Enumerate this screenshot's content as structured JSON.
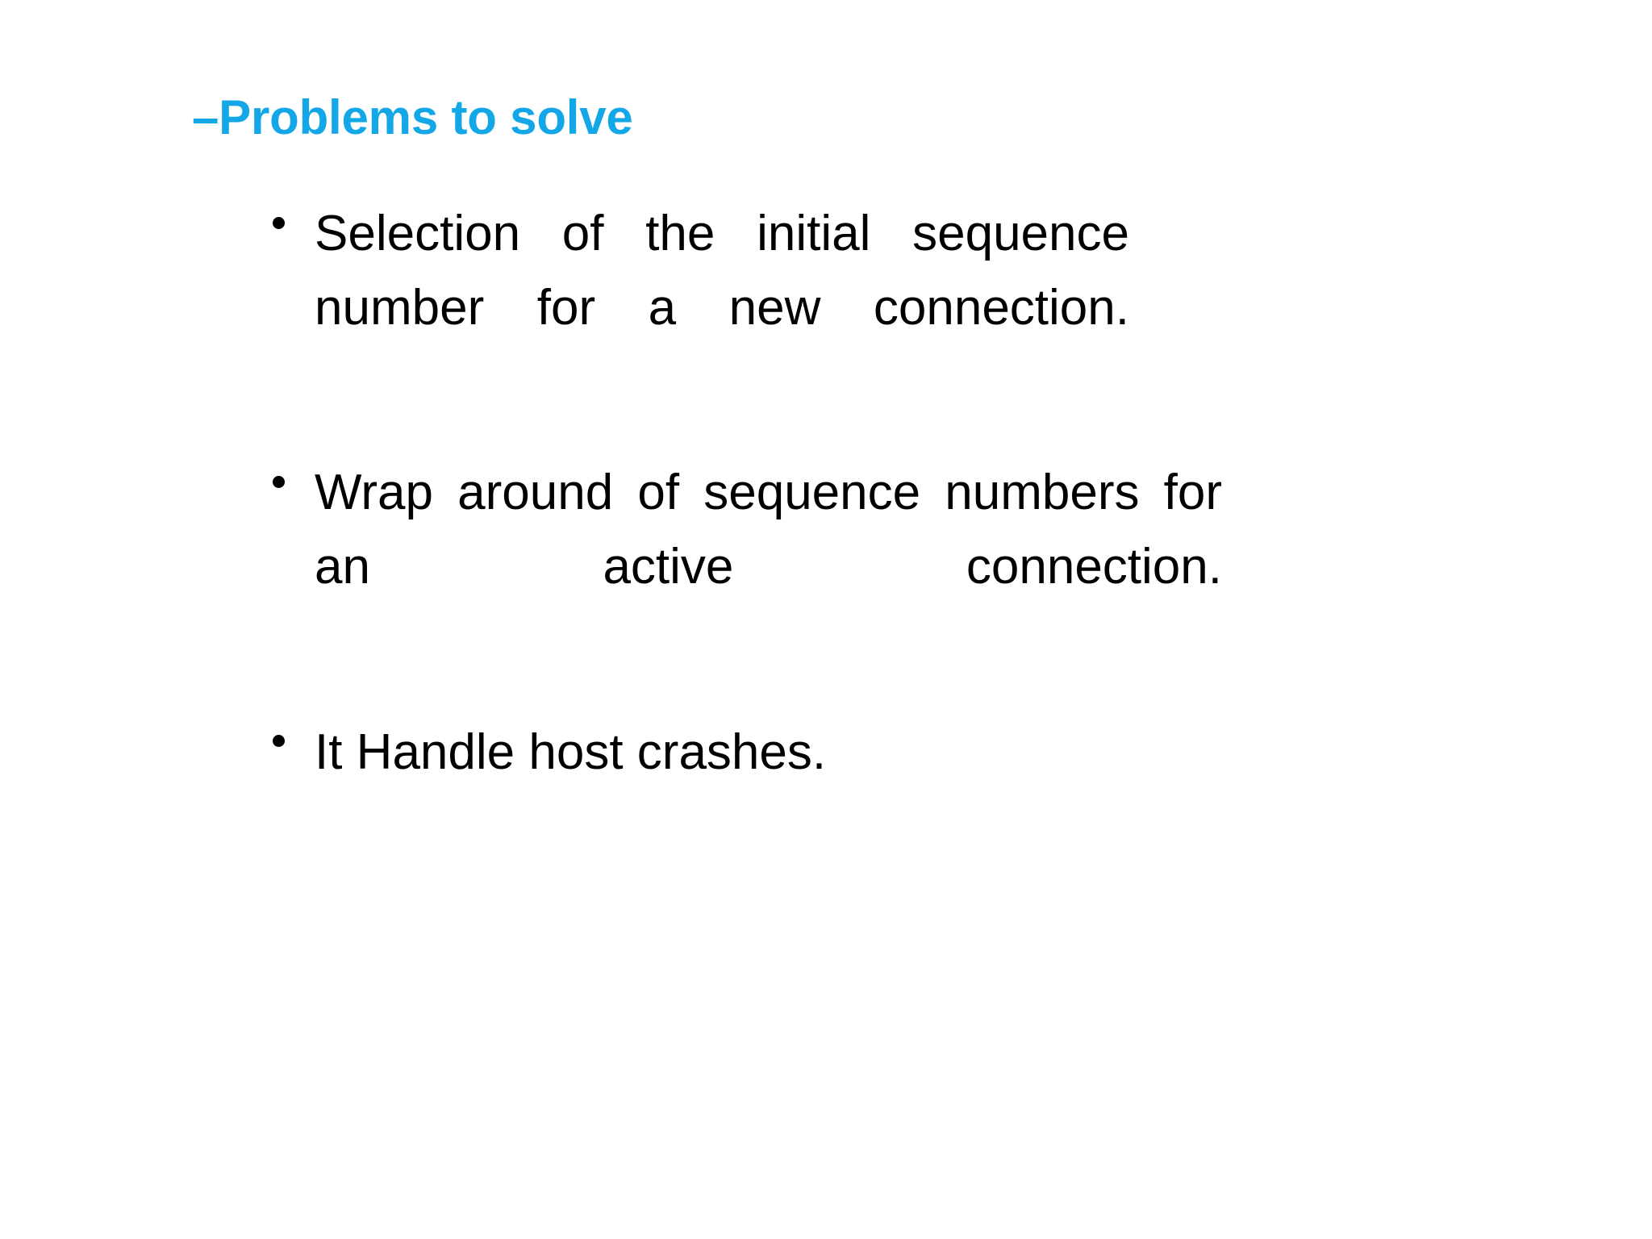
{
  "slide": {
    "background_color": "#ffffff",
    "title": {
      "text": "–Problems to solve",
      "color": "#13A7E8"
    },
    "bullets": [
      {
        "marker": "bullet-dot",
        "text": "Selection of the initial sequence number for a new connection."
      },
      {
        "marker": "bullet-dot",
        "text": "Wrap around of sequence numbers for an active connection."
      },
      {
        "marker": "bullet-dot",
        "text": "It Handle host crashes."
      }
    ]
  }
}
